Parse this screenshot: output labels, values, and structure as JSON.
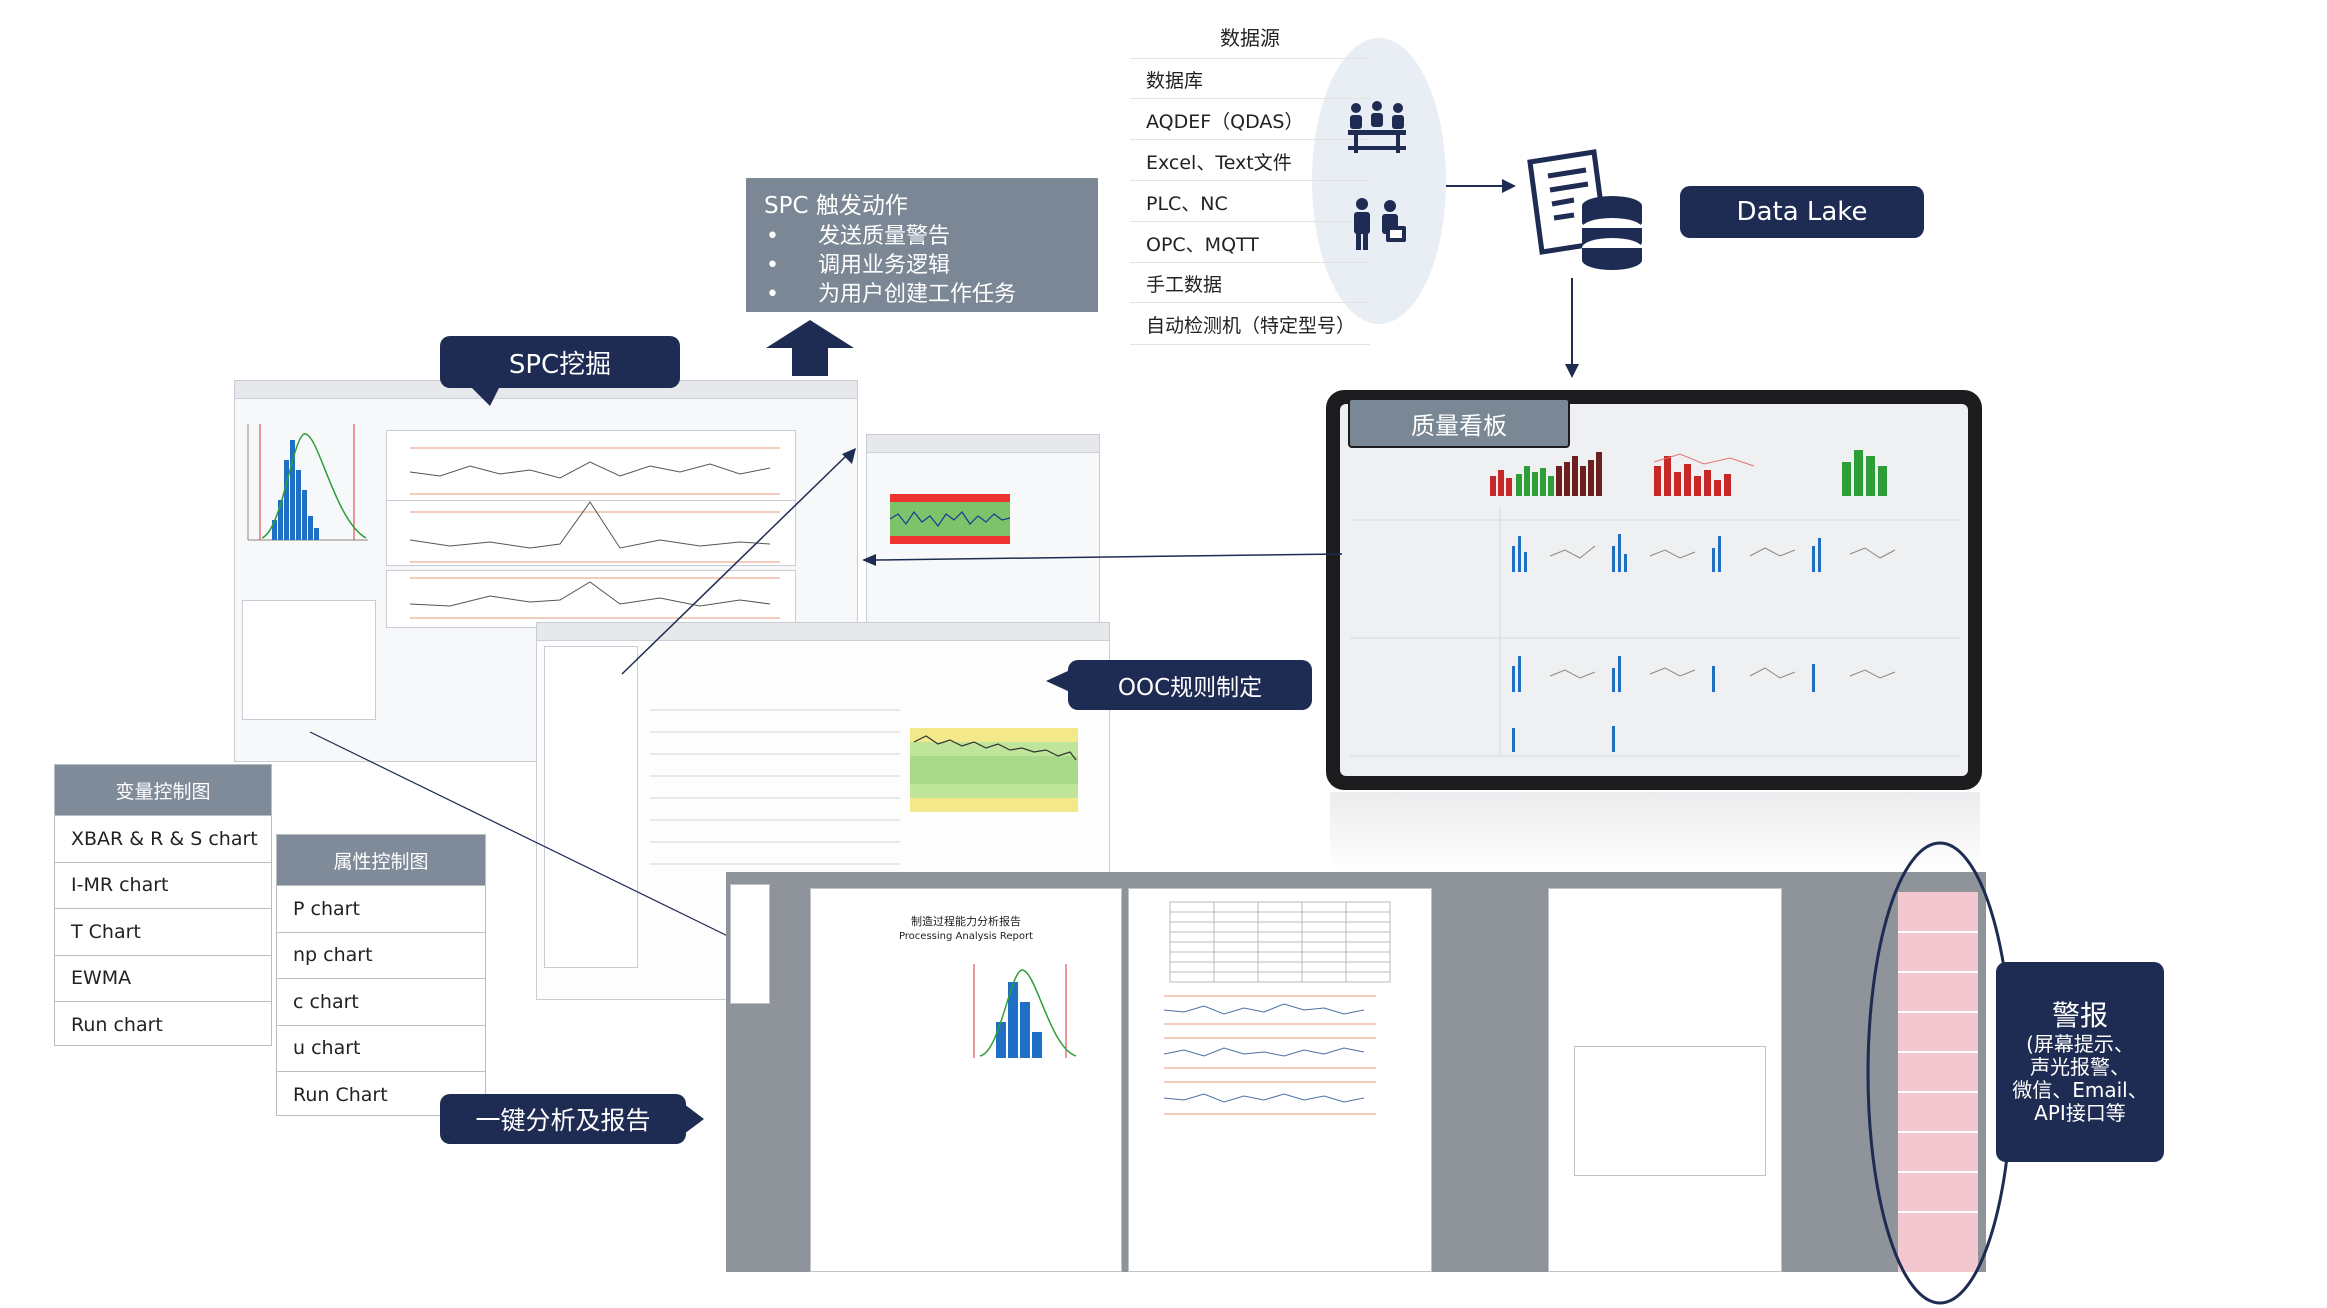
{
  "data_source": {
    "title": "数据源",
    "items": [
      "数据库",
      "AQDEF（QDAS）",
      "Excel、Text文件",
      "PLC、NC",
      "OPC、MQTT",
      "手工数据",
      "自动检测机（特定型号）"
    ]
  },
  "data_lake": {
    "label": "Data Lake"
  },
  "spc_action": {
    "title": "SPC 触发动作",
    "bullets": [
      "发送质量警告",
      "调用业务逻辑",
      "为用户创建工作任务"
    ]
  },
  "spc_mining": {
    "label": "SPC挖掘"
  },
  "quality_board": {
    "label": "质量看板"
  },
  "ooc_rule": {
    "label": "OOC规则制定"
  },
  "one_click": {
    "label": "一键分析及报告"
  },
  "alarm": {
    "title": "警报",
    "detail": [
      "(屏幕提示、",
      "声光报警、",
      "微信、Email、",
      "API接口等"
    ]
  },
  "variable_charts": {
    "header": "变量控制图",
    "items": [
      "XBAR & R & S chart",
      "I-MR chart",
      "T Chart",
      "EWMA",
      "Run chart"
    ]
  },
  "attribute_charts": {
    "header": "属性控制图",
    "items": [
      "P chart",
      "np chart",
      "c chart",
      "u chart",
      "Run Chart"
    ]
  },
  "report": {
    "title_cn": "制造过程能力分析报告",
    "title_en": "Processing Analysis Report"
  },
  "colors": {
    "navy": "#1e2b52",
    "gray_box": "#7b8794",
    "table_header": "#7f8b99",
    "chart_green": "#2e9e3a",
    "chart_red": "#c62828",
    "chart_blue": "#1f6fc5"
  }
}
